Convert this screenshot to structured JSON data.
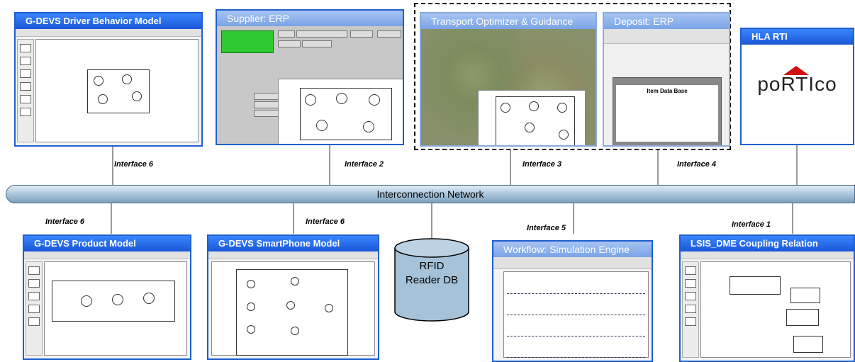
{
  "windows": {
    "driver": {
      "title": "G-DEVS Driver Behavior Model"
    },
    "supplier": {
      "title": "Supplier: ERP"
    },
    "transport": {
      "title": "Transport Optimizer & Guidance"
    },
    "deposit": {
      "title": "Deposit: ERP",
      "inner_title": "Item Data Base"
    },
    "hla": {
      "title": "HLA RTI",
      "logo_text": "poRTIco"
    },
    "product": {
      "title": "G-DEVS Product Model"
    },
    "smartphone": {
      "title": "G-DEVS SmartPhone Model"
    },
    "workflow": {
      "title": "Workflow: Simulation Engine"
    },
    "lsis": {
      "title": "LSIS_DME Coupling Relation"
    }
  },
  "network": {
    "label": "Interconnection Network"
  },
  "database": {
    "line1": "RFID",
    "line2": "Reader DB"
  },
  "interfaces": {
    "driver": "Interface 6",
    "supplier": "Interface 2",
    "transport": "Interface 3",
    "deposit": "Interface 4",
    "product": "Interface 6",
    "smartphone": "Interface 6",
    "workflow": "Interface 5",
    "lsis": "Interface 1"
  },
  "colors": {
    "title_bar": "#1a56d6",
    "title_bar_light": "#7aa3e6",
    "network": "#a6c2d8",
    "database": "#a6c2d8",
    "logo_red": "#d01010"
  }
}
